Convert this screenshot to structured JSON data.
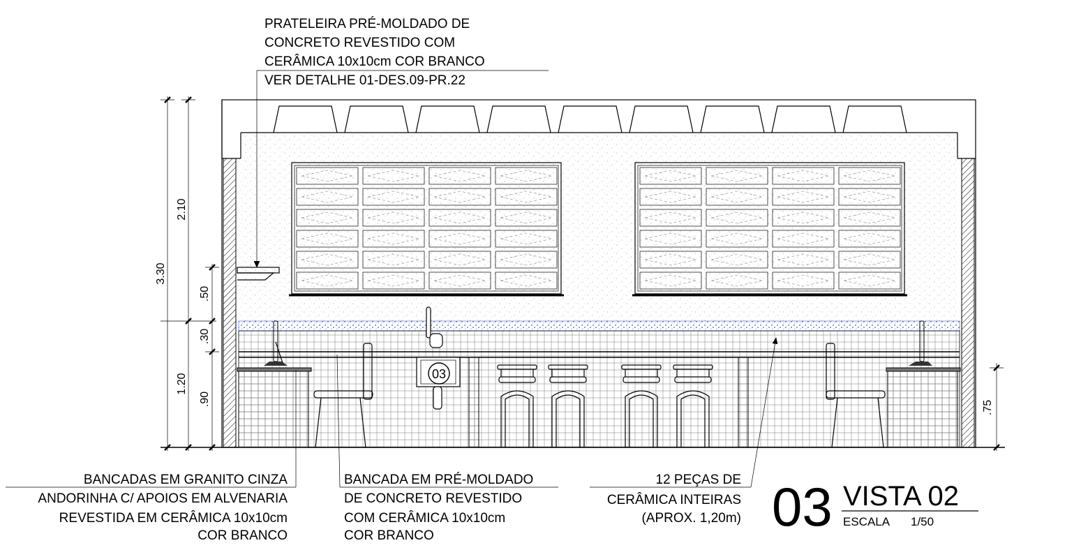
{
  "notes": {
    "shelf": [
      "PRATELEIRA PRÉ-MOLDADO DE",
      "CONCRETO REVESTIDO COM",
      "CERÂMICA 10x10cm COR BRANCO",
      "VER DETALHE 01-DES.09-PR.22"
    ],
    "granite": [
      "BANCADAS EM GRANITO CINZA",
      "ANDORINHA C/ APOIOS EM ALVENARIA",
      "REVESTIDA EM CERÂMICA 10x10cm",
      "COR BRANCO"
    ],
    "precast": [
      "BANCADA EM PRÉ-MOLDADO",
      "DE CONCRETO REVESTIDO",
      "COM CERÂMICA 10x10cm",
      "COR BRANCO"
    ],
    "tiles": [
      "12 PEÇAS DE",
      "CERÂMICA INTEIRAS",
      "(APROX. 1,20m)"
    ]
  },
  "dimensions": {
    "total_height": "3.30",
    "upper": "2.10",
    "lower": "1.20",
    "d050": ".50",
    "d030": ".30",
    "d090": ".90",
    "d075": ".75"
  },
  "sink_tag": "03",
  "title_block": {
    "number": "03",
    "title": "VISTA  02",
    "scale_label": "ESCALA",
    "scale_value": "1/50"
  },
  "colors": {
    "line": "#000000",
    "tile_band": "#3b5bdb"
  }
}
